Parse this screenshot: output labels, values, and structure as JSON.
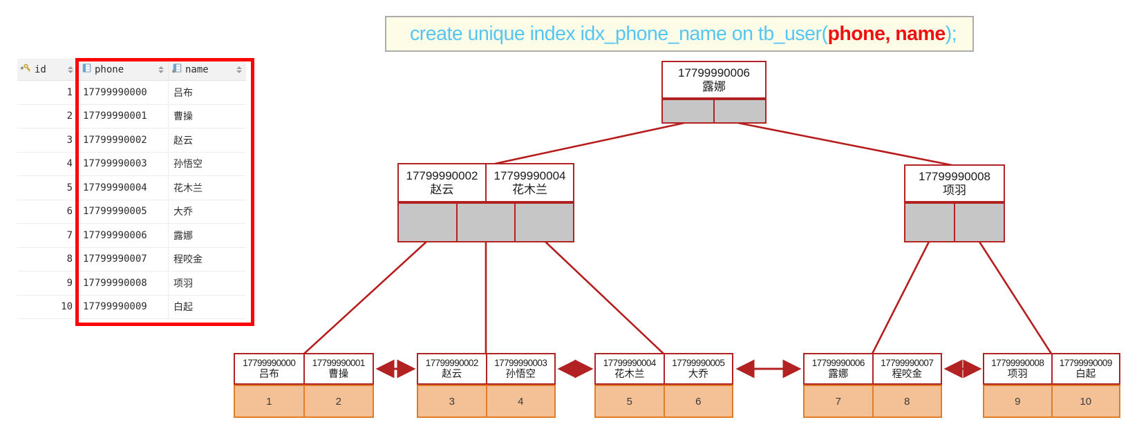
{
  "table": {
    "columns": [
      {
        "label": "id",
        "icon": "key-icon"
      },
      {
        "label": "phone",
        "icon": "table-icon"
      },
      {
        "label": "name",
        "icon": "table-icon"
      }
    ],
    "rows": [
      {
        "id": "1",
        "phone": "17799990000",
        "name": "吕布"
      },
      {
        "id": "2",
        "phone": "17799990001",
        "name": "曹操"
      },
      {
        "id": "3",
        "phone": "17799990002",
        "name": "赵云"
      },
      {
        "id": "4",
        "phone": "17799990003",
        "name": "孙悟空"
      },
      {
        "id": "5",
        "phone": "17799990004",
        "name": "花木兰"
      },
      {
        "id": "6",
        "phone": "17799990005",
        "name": "大乔"
      },
      {
        "id": "7",
        "phone": "17799990006",
        "name": "露娜"
      },
      {
        "id": "8",
        "phone": "17799990007",
        "name": "程咬金"
      },
      {
        "id": "9",
        "phone": "17799990008",
        "name": "项羽"
      },
      {
        "id": "10",
        "phone": "17799990009",
        "name": "白起"
      }
    ]
  },
  "sql": {
    "prefix": "create unique index idx_phone_name on tb_user(",
    "columns": "phone, name",
    "suffix": ");"
  },
  "tree": {
    "root": {
      "phone": "17799990006",
      "name": "露娜"
    },
    "internals": [
      {
        "keys": [
          {
            "phone": "17799990002",
            "name": "赵云"
          },
          {
            "phone": "17799990004",
            "name": "花木兰"
          }
        ]
      },
      {
        "keys": [
          {
            "phone": "17799990008",
            "name": "项羽"
          }
        ]
      }
    ],
    "leaves": [
      {
        "keys": [
          {
            "phone": "17799990000",
            "name": "吕布"
          },
          {
            "phone": "17799990001",
            "name": "曹操"
          }
        ],
        "ids": [
          "1",
          "2"
        ]
      },
      {
        "keys": [
          {
            "phone": "17799990002",
            "name": "赵云"
          },
          {
            "phone": "17799990003",
            "name": "孙悟空"
          }
        ],
        "ids": [
          "3",
          "4"
        ]
      },
      {
        "keys": [
          {
            "phone": "17799990004",
            "name": "花木兰"
          },
          {
            "phone": "17799990005",
            "name": "大乔"
          }
        ],
        "ids": [
          "5",
          "6"
        ]
      },
      {
        "keys": [
          {
            "phone": "17799990006",
            "name": "露娜"
          },
          {
            "phone": "17799990007",
            "name": "程咬金"
          }
        ],
        "ids": [
          "7",
          "8"
        ]
      },
      {
        "keys": [
          {
            "phone": "17799990008",
            "name": "项羽"
          },
          {
            "phone": "17799990009",
            "name": "白起"
          }
        ],
        "ids": [
          "9",
          "10"
        ]
      }
    ]
  },
  "colors": {
    "tree_line": "#b22222",
    "pointer_fill": "#c6c6c6",
    "leaf_fill": "#f4c095",
    "leaf_border": "#e07b28",
    "highlight_box": "#fb0307",
    "sql_blue": "#55c5f3",
    "sql_red": "#ee1111",
    "sql_bg": "#fdfde7"
  }
}
